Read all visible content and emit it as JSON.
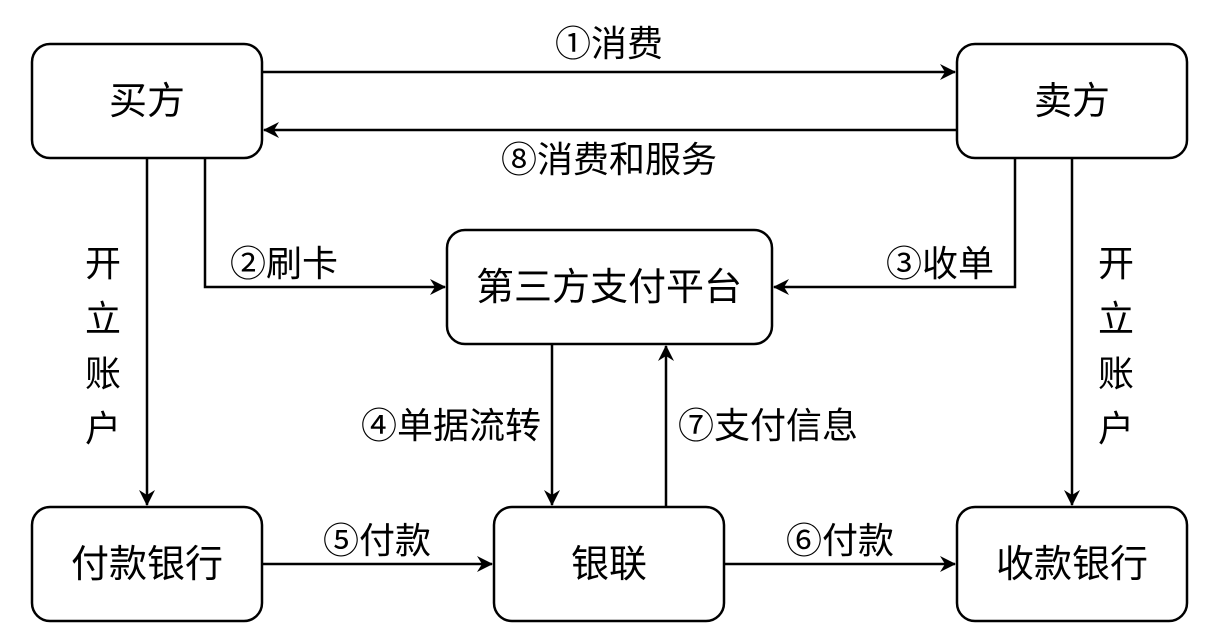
{
  "diagram": {
    "nodes": {
      "buyer": "买方",
      "seller": "卖方",
      "platform": "第三方支付平台",
      "payer_bank": "付款银行",
      "unionpay": "银联",
      "payee_bank": "收款银行"
    },
    "edges": {
      "e1": "①消费",
      "e8": "⑧消费和服务",
      "e2": "②刷卡",
      "e3": "③收单",
      "e4": "④单据流转",
      "e7": "⑦支付信息",
      "e5": "⑤付款",
      "e6": "⑥付款",
      "open_account_left": [
        "开",
        "立",
        "账",
        "户"
      ],
      "open_account_right": [
        "开",
        "立",
        "账",
        "户"
      ]
    }
  }
}
